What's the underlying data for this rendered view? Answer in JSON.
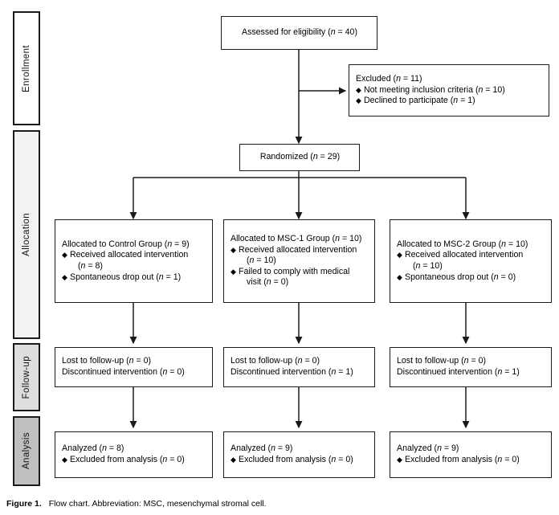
{
  "figure": {
    "caption_number": "Figure 1.",
    "caption_text": "Flow chart. Abbreviation: MSC, mesenchymal stromal cell."
  },
  "colors": {
    "stroke": "#1a1a1a",
    "background": "#ffffff",
    "stage_enrollment_fill": "#ffffff",
    "stage_allocation_fill": "#f2f2f2",
    "stage_followup_fill": "#dedede",
    "stage_analysis_fill": "#bfbfbf"
  },
  "stages": [
    {
      "id": "enrollment",
      "label": "Enrollment",
      "fill": "#ffffff"
    },
    {
      "id": "allocation",
      "label": "Allocation",
      "fill": "#f2f2f2"
    },
    {
      "id": "followup",
      "label": "Follow-up",
      "fill": "#dedede"
    },
    {
      "id": "analysis",
      "label": "Analysis",
      "fill": "#bfbfbf"
    }
  ],
  "enrollment": {
    "assessed": {
      "text_prefix": "Assessed for eligibility (",
      "n_symbol": "n",
      "text_suffix": " = 40)"
    },
    "excluded": {
      "heading_prefix": "Excluded (",
      "heading_n": "n",
      "heading_suffix": " = 11)",
      "items": [
        {
          "text_prefix": "Not meeting inclusion criteria (",
          "n_symbol": "n",
          "text_suffix": " = 10)"
        },
        {
          "text_prefix": "Declined to participate (",
          "n_symbol": "n",
          "text_suffix": " = 1)"
        }
      ]
    },
    "randomized": {
      "text_prefix": "Randomized (",
      "n_symbol": "n",
      "text_suffix": " = 29)"
    }
  },
  "allocation": [
    {
      "heading_prefix": "Allocated to Control Group (",
      "heading_n": "n",
      "heading_suffix": " = 9)",
      "items": [
        {
          "text_prefix": "Received allocated intervention",
          "cont_prefix": "(",
          "cont_n": "n",
          "cont_suffix": " = 8)"
        },
        {
          "text_prefix": "Spontaneous drop out (",
          "cont_n": "n",
          "cont_suffix": " = 1)"
        }
      ]
    },
    {
      "heading_prefix": "Allocated to MSC-1 Group (",
      "heading_n": "n",
      "heading_suffix": " = 10)",
      "items": [
        {
          "text_prefix": "Received allocated intervention",
          "cont_prefix": "(",
          "cont_n": "n",
          "cont_suffix": " = 10)"
        },
        {
          "text_prefix": "Failed to comply with medical",
          "cont_prefix": "visit (",
          "cont_n": "n",
          "cont_suffix": " = 0)"
        }
      ]
    },
    {
      "heading_prefix": "Allocated to MSC-2 Group (",
      "heading_n": "n",
      "heading_suffix": " = 10)",
      "items": [
        {
          "text_prefix": "Received allocated intervention",
          "cont_prefix": "(",
          "cont_n": "n",
          "cont_suffix": " = 10)"
        },
        {
          "text_prefix": "Spontaneous drop out (",
          "cont_n": "n",
          "cont_suffix": " = 0)"
        }
      ]
    }
  ],
  "followup": [
    {
      "line1_prefix": "Lost to follow-up (",
      "line1_n": "n",
      "line1_suffix": " = 0)",
      "line2_prefix": "Discontinued intervention (",
      "line2_n": "n",
      "line2_suffix": " = 0)"
    },
    {
      "line1_prefix": "Lost to follow-up (",
      "line1_n": "n",
      "line1_suffix": " = 0)",
      "line2_prefix": "Discontinued intervention (",
      "line2_n": "n",
      "line2_suffix": " = 1)"
    },
    {
      "line1_prefix": "Lost to follow-up (",
      "line1_n": "n",
      "line1_suffix": " = 0)",
      "line2_prefix": "Discontinued intervention (",
      "line2_n": "n",
      "line2_suffix": " = 1)"
    }
  ],
  "analysis": [
    {
      "heading_prefix": "Analyzed (",
      "heading_n": "n",
      "heading_suffix": " = 8)",
      "item_prefix": "Excluded from analysis (",
      "item_n": "n",
      "item_suffix": " = 0)"
    },
    {
      "heading_prefix": "Analyzed (",
      "heading_n": "n",
      "heading_suffix": " = 9)",
      "item_prefix": "Excluded from analysis (",
      "item_n": "n",
      "item_suffix": " = 0)"
    },
    {
      "heading_prefix": "Analyzed (",
      "heading_n": "n",
      "heading_suffix": " = 9)",
      "item_prefix": "Excluded from analysis (",
      "item_n": "n",
      "item_suffix": " = 0)"
    }
  ],
  "bullet_glyph": "◆"
}
